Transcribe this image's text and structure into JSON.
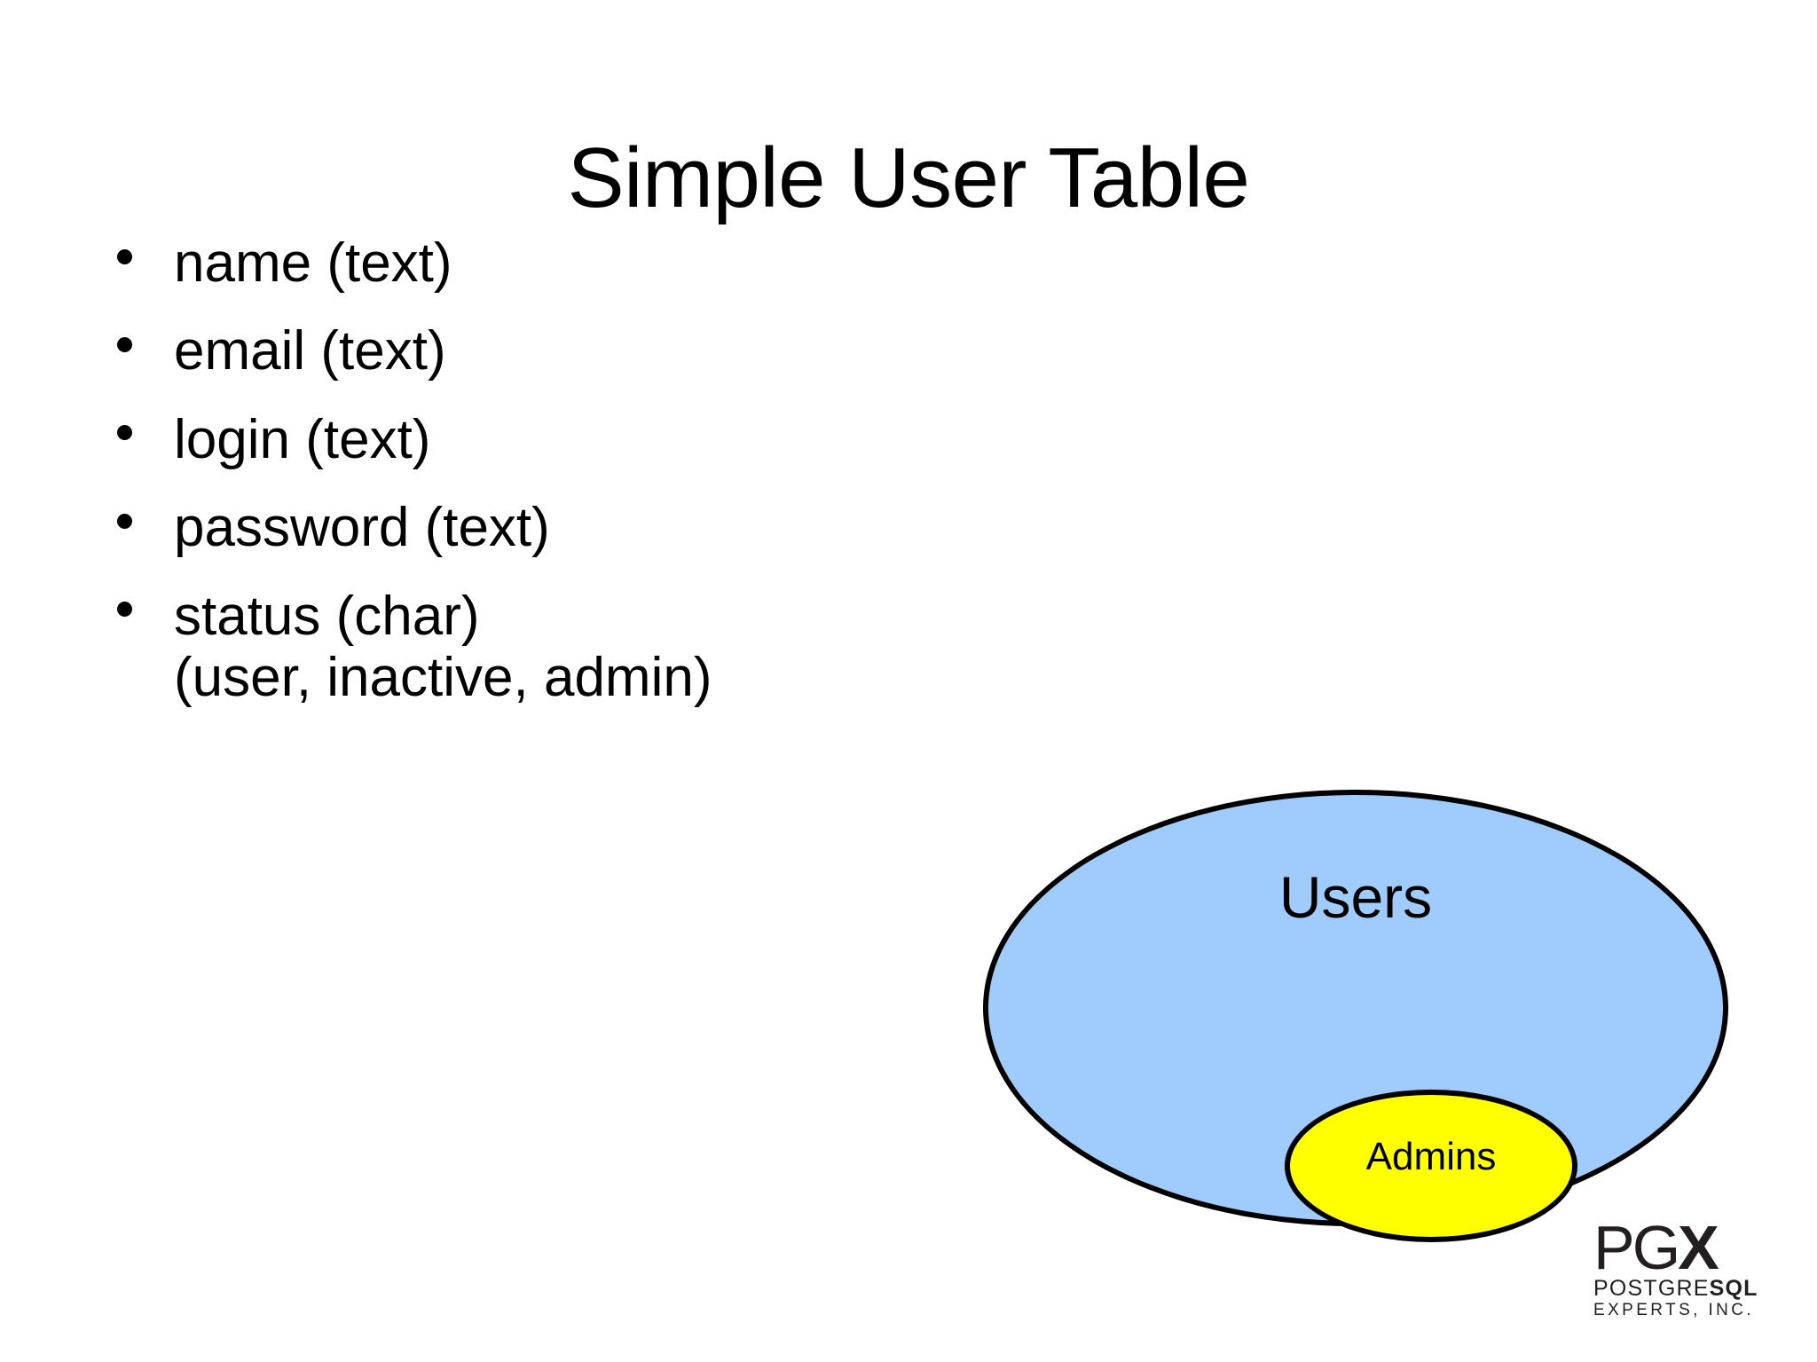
{
  "slide": {
    "title": "Simple User Table",
    "background_color": "#ffffff",
    "text_color": "#000000"
  },
  "columns": [
    {
      "label": "name (text)"
    },
    {
      "label": "email (text)"
    },
    {
      "label": "login (text)"
    },
    {
      "label": "password (text)"
    },
    {
      "label": "status (char)",
      "sub": "(user, inactive, admin)"
    }
  ],
  "diagram": {
    "type": "venn",
    "outer": {
      "label": "Users",
      "fill_color": "#9FCBFD",
      "stroke_color": "#000000"
    },
    "inner": {
      "label": "Admins",
      "fill_color": "#FFFF00",
      "stroke_color": "#000000"
    }
  },
  "logo": {
    "wordmark_pg": "PG",
    "wordmark_x": "X",
    "line1_prefix": "POSTGRE",
    "line1_suffix": "SQL",
    "line2": "EXPERTS, INC."
  }
}
